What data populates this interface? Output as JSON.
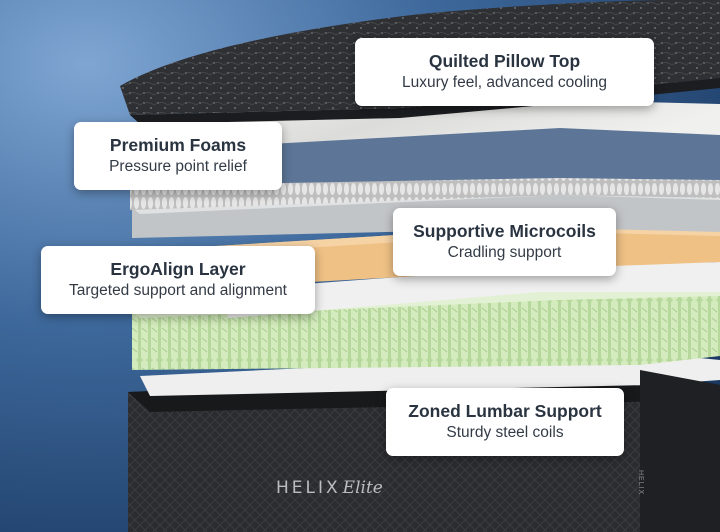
{
  "callouts": {
    "quilted": {
      "title": "Quilted Pillow Top",
      "subtitle": "Luxury feel, advanced cooling"
    },
    "foams": {
      "title": "Premium Foams",
      "subtitle": "Pressure point relief"
    },
    "microcoils": {
      "title": "Supportive Microcoils",
      "subtitle": "Cradling support"
    },
    "ergoalign": {
      "title": "ErgoAlign Layer",
      "subtitle": "Targeted support and alignment"
    },
    "lumbar": {
      "title": "Zoned Lumbar Support",
      "subtitle": "Sturdy steel coils"
    }
  },
  "brand": {
    "name": "HELIX",
    "series": "Elite",
    "side_tag": "HELIX"
  },
  "colors": {
    "background": "#2f5686",
    "pillow_top": "#2d2f33",
    "white_foam": "#ececec",
    "blue_foam": "#5c7596",
    "microcoil": "#c9c9c9",
    "gray_foam": "#bfc2c4",
    "ergo_layer": "#efc185",
    "coils": "#c9e2b0",
    "base_cover": "#2a2b2e"
  }
}
